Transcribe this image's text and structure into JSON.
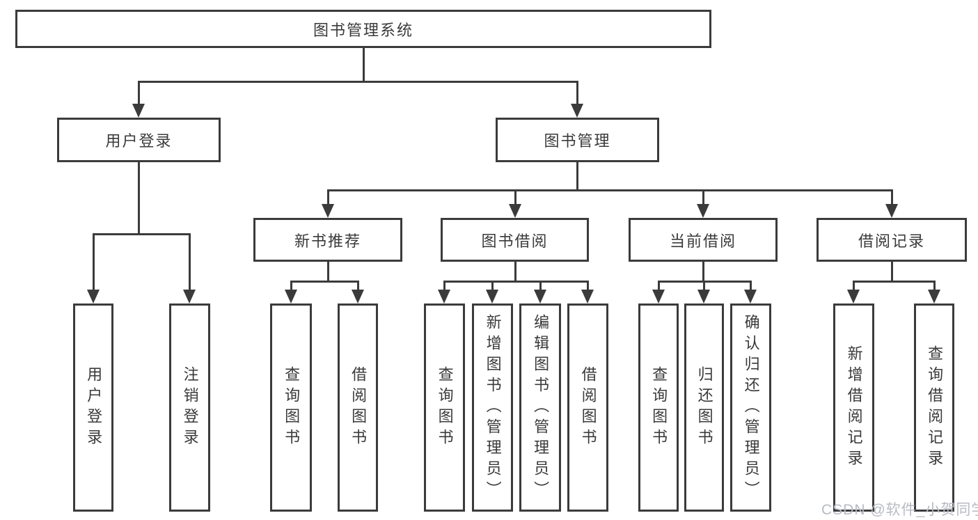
{
  "nodes": {
    "root": {
      "label": "图书管理系统"
    },
    "user_login": {
      "label": "用户登录"
    },
    "book_mgmt": {
      "label": "图书管理"
    },
    "new_book_rec": {
      "label": "新书推荐"
    },
    "book_borrow": {
      "label": "图书借阅"
    },
    "current_borrow": {
      "label": "当前借阅"
    },
    "borrow_records": {
      "label": "借阅记录"
    },
    "leaf_user_login": {
      "label": "用户登录"
    },
    "leaf_logout_login": {
      "label": "注销登录"
    },
    "leaf_query_book_rec": {
      "label": "查询图书"
    },
    "leaf_borrow_book_rec": {
      "label": "借阅图书"
    },
    "leaf_query_book_borrow": {
      "label": "查询图书"
    },
    "leaf_add_book_admin": {
      "label": "新增图书（管理员）"
    },
    "leaf_edit_book_admin": {
      "label": "编辑图书（管理员）"
    },
    "leaf_borrow_book_borrow": {
      "label": "借阅图书"
    },
    "leaf_query_book_current": {
      "label": "查询图书"
    },
    "leaf_return_book": {
      "label": "归还图书"
    },
    "leaf_confirm_return_admin": {
      "label": "确认归还（管理员）"
    },
    "leaf_add_borrow_record": {
      "label": "新增借阅记录"
    },
    "leaf_query_borrow_record": {
      "label": "查询借阅记录"
    }
  },
  "watermark": {
    "text": "CSDN @软件_小贺同学"
  },
  "colors": {
    "line": "#3b3b3b",
    "text": "#3a3a3a",
    "background": "#ffffff",
    "watermark": "#b7bbc2"
  }
}
